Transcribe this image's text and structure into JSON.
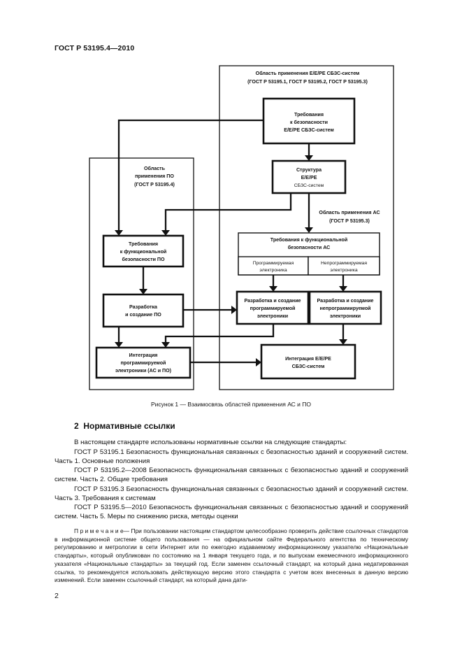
{
  "header": {
    "standard": "ГОСТ Р 53195.4—2010"
  },
  "figure": {
    "region_right": {
      "title_1": "Область применения Е/Е/РЕ СБЗС-систем",
      "title_2": "(ГОСТ Р 53195.1, ГОСТ Р 53195.2, ГОСТ Р 53195.3)"
    },
    "region_left": {
      "title_1": "Область",
      "title_2": "применения ПО",
      "title_3": "(ГОСТ Р 53195.4)"
    },
    "as_scope": {
      "line_1": "Область применения АС",
      "line_2": "(ГОСТ Р 53195.3)"
    },
    "boxes": {
      "safety_req": [
        "Требования",
        "к безопасности",
        "Е/Е/РЕ СБЗС-систем"
      ],
      "structure": [
        "Структура",
        "Е/Е/РЕ",
        "СБЗС-систем"
      ],
      "sw_req": [
        "Требования",
        "к функциональной",
        "безопасности ПО"
      ],
      "sw_dev": [
        "Разработка",
        "и создание ПО"
      ],
      "integration_pe": [
        "Интеграция",
        "программируемой",
        "электроники (АС и ПО)"
      ],
      "as_req": [
        "Требования к функциональной",
        "безопасности АС"
      ],
      "prog_el": [
        "Программируемая",
        "электроника"
      ],
      "nonprog_el": [
        "Непрограммируемая",
        "электроника"
      ],
      "dev_prog": [
        "Разработка и создание",
        "программируемой",
        "электроники"
      ],
      "dev_nonprog": [
        "Разработка и создание",
        "непрограммируемой",
        "электроники"
      ],
      "integration_sys": [
        "Интеграция Е/Е/РЕ",
        "СБЗС-систем"
      ]
    },
    "caption": "Рисунок 1 — Взаимосвязь областей применения АС и ПО"
  },
  "section": {
    "number": "2",
    "title": "Нормативные ссылки"
  },
  "paragraphs": [
    "В настоящем стандарте использованы нормативные ссылки на следующие стандарты:",
    "ГОСТ Р 53195.1 Безопасность функциональная связанных с безопасностью зданий и сооружений систем. Часть 1. Основные положения",
    "ГОСТ Р 53195.2—2008 Безопасность функциональная связанных с безопасностью зданий и сооружений систем. Часть 2. Общие требования",
    "ГОСТ Р 53195.3 Безопасность функциональная связанных с безопасностью зданий и сооружений систем. Часть 3. Требования к системам",
    "ГОСТ Р 53195.5—2010 Безопасность функциональная связанных с безопасностью зданий и сооружений систем. Часть 5. Меры по снижению риска, методы оценки"
  ],
  "note": {
    "label": "П р и м е ч а н и е",
    "text": "— При пользовании настоящим стандартом целесообразно проверить действие ссылочных стандартов в информационной системе общего пользования — на официальном сайте Федерального агентства по техническому регулированию и метрологии в сети Интернет или по ежегодно издаваемому информационному указателю «Национальные стандарты», который опубликован по состоянию на 1 января текущего года, и по выпускам ежемесячного информационного указателя «Национальные стандарты» за текущий год. Если заменен ссылочный стандарт, на который дана недатированная ссылка, то рекомендуется использовать действующую версию этого стандарта с учетом всех внесенных в данную версию изменений. Если заменен ссылочный стандарт, на который дана дати-"
  },
  "page_number": "2"
}
